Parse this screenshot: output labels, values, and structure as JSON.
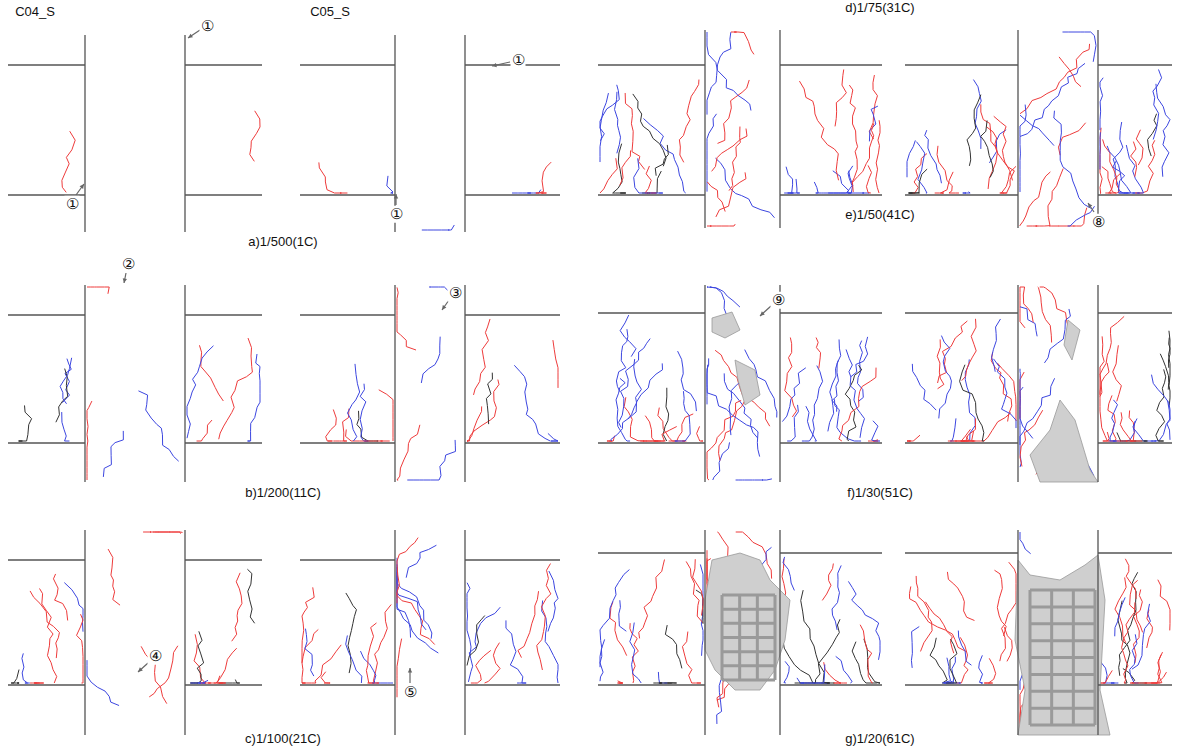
{
  "diagram": {
    "labels": [
      "d)1/75(31C)",
      "C04_S",
      "C05_S",
      "①",
      "①",
      "①",
      "①",
      "a)1/500(1C)",
      "②",
      "③",
      "b)1/200(11C)",
      "④",
      "⑤",
      "c)1/100(21C)",
      "⑧",
      "e)1/50(41C)",
      "⑨",
      "f)1/30(51C)",
      "g)1/20(61C)"
    ]
  }
}
